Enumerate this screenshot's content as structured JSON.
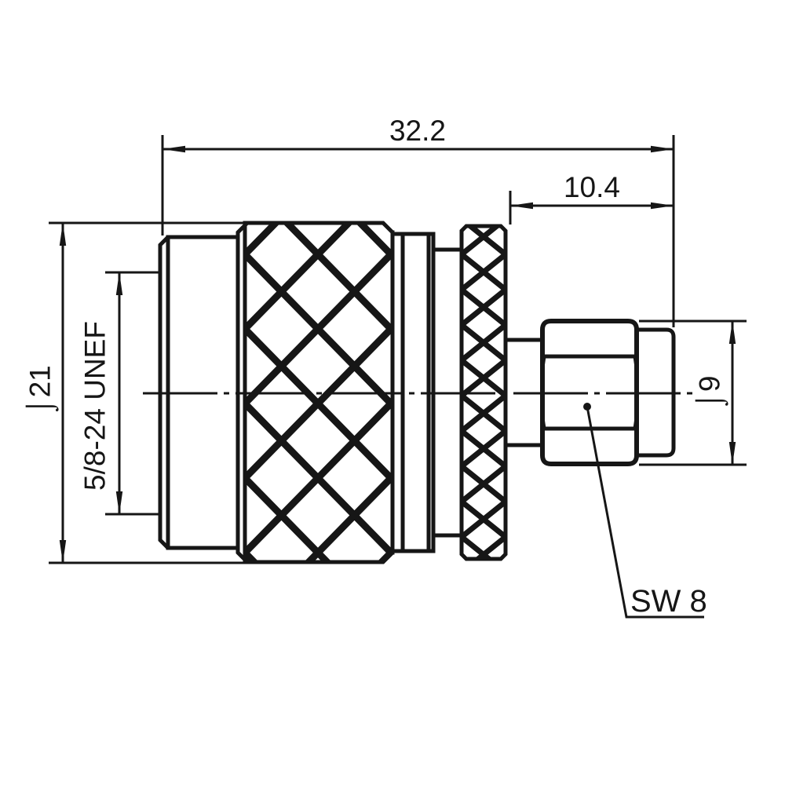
{
  "colors": {
    "line": "#161616",
    "background": "#ffffff"
  },
  "dimensions": {
    "overall_length": "32.2",
    "sma_section_length": "10.4",
    "body_diameter": "⌡21",
    "thread_spec": "5/8-24 UNEF",
    "sma_diameter": "⌡9",
    "wrench_size": "SW 8"
  }
}
